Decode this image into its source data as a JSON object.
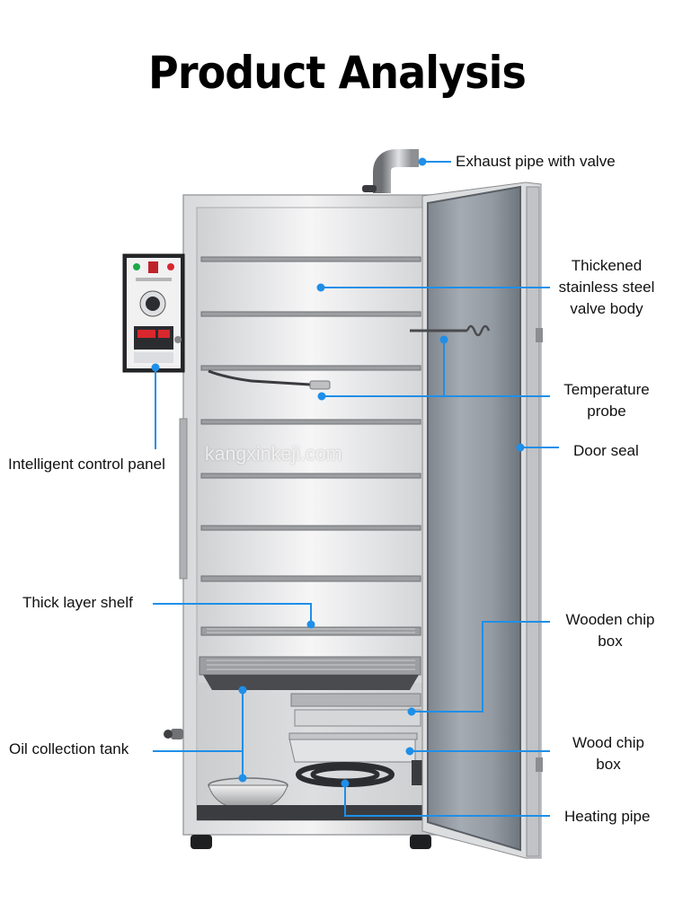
{
  "title": "Product Analysis",
  "watermark": "kangxinkeji.com",
  "colors": {
    "callout": "#1f8fe8",
    "steel_light": "#e9e9ea",
    "steel_mid": "#b9babc",
    "steel_dark": "#6d6f72",
    "door_glass": "#8d949c",
    "panel_dark": "#2b2c30"
  },
  "labels": {
    "exhaust": "Exhaust pipe with valve",
    "thickened_1": "Thickened",
    "thickened_2": "stainless steel",
    "thickened_3": "valve body",
    "temp_1": "Temperature",
    "temp_2": "probe",
    "control_panel": "Intelligent control panel",
    "door_seal": "Door seal",
    "shelf": "Thick layer shelf",
    "wooden_chip_1": "Wooden chip",
    "wooden_chip_2": "box",
    "oil_tank": "Oil collection tank",
    "wood_chip_1": "Wood chip",
    "wood_chip_2": "box",
    "heating_pipe": "Heating pipe"
  }
}
